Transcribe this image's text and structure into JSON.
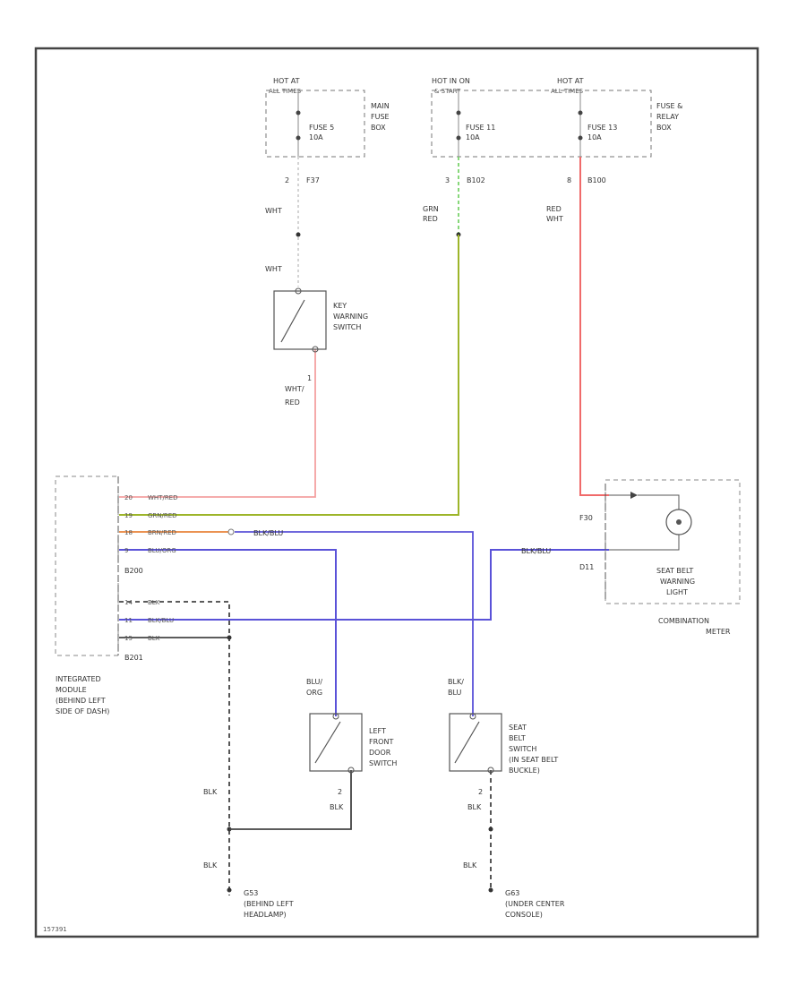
{
  "fuses": {
    "f1": {
      "hot": "HOT AT",
      "mode": "ALL TIMES",
      "name": "FUSE 5",
      "rating": "10A",
      "box": [
        "MAIN",
        "FUSE",
        "BOX"
      ],
      "pin": "2",
      "conn": "F37",
      "wire": "WHT"
    },
    "f2": {
      "hot": "HOT IN ON",
      "mode": "& START",
      "name": "FUSE 11",
      "rating": "10A",
      "pin": "3",
      "conn": "B102",
      "wire": [
        "GRN",
        "RED"
      ]
    },
    "f3": {
      "hot": "HOT AT",
      "mode": "ALL TIMES",
      "name": "FUSE 13",
      "rating": "10A",
      "box": [
        "FUSE &",
        "RELAY",
        "BOX"
      ],
      "pin": "8",
      "conn": "B100",
      "wire": [
        "RED",
        "WHT"
      ]
    }
  },
  "key_switch": {
    "wire_in": "WHT",
    "label": [
      "KEY",
      "WARNING",
      "SWITCH"
    ],
    "pin": "1",
    "wire_out": [
      "WHT/",
      "RED"
    ]
  },
  "module": {
    "pins": [
      {
        "pin": "20",
        "wire": "WHT/RED"
      },
      {
        "pin": "19",
        "wire": "GRN/RED"
      },
      {
        "pin": "18",
        "wire": "BRN/RED"
      },
      {
        "pin": "9",
        "wire": "BLU/ORG"
      },
      {
        "pin": "14",
        "wire": "BLK"
      },
      {
        "pin": "11",
        "wire": "BLK/BLU"
      },
      {
        "pin": "15",
        "wire": "BLK"
      }
    ],
    "conn1": "B200",
    "conn2": "B201",
    "label": [
      "INTEGRATED",
      "MODULE",
      "(BEHIND LEFT",
      "SIDE OF DASH)"
    ]
  },
  "meter": {
    "pin1": "F30",
    "pin2": "D11",
    "lamp": [
      "SEAT BELT",
      "WARNING",
      "LIGHT"
    ],
    "label": [
      "COMBINATION",
      "METER"
    ],
    "wire_in": "BLK/BLU",
    "wire_18": "BLK/BLU"
  },
  "door_switch": {
    "wire_in": [
      "BLU/",
      "ORG"
    ],
    "label": [
      "LEFT",
      "FRONT",
      "DOOR",
      "SWITCH"
    ],
    "pin": "2",
    "wire_out": "BLK"
  },
  "belt_switch": {
    "wire_in": [
      "BLK/",
      "BLU"
    ],
    "label": [
      "SEAT",
      "BELT",
      "SWITCH",
      "(IN SEAT BELT",
      "BUCKLE)"
    ],
    "pin": "2",
    "wire_out": "BLK"
  },
  "grounds": {
    "g1": {
      "wire_a": "BLK",
      "wire_b": "BLK",
      "label": [
        "G53",
        "(BEHIND LEFT",
        "HEADLAMP)"
      ]
    },
    "g2": {
      "wire_a": "BLK",
      "wire_b": "BLK",
      "label": [
        "G63",
        "(UNDER CENTER",
        "CONSOLE)"
      ]
    }
  },
  "footer": {
    "code": "157391"
  },
  "colors": {
    "red_wire": "#f06a6a",
    "pink_wire": "#f4a0a0",
    "green_wire": "#9db52a",
    "orange_wire": "#e8833a",
    "blue_wire": "#5a52d8",
    "dark_wire": "#333333",
    "border": "#444444"
  }
}
